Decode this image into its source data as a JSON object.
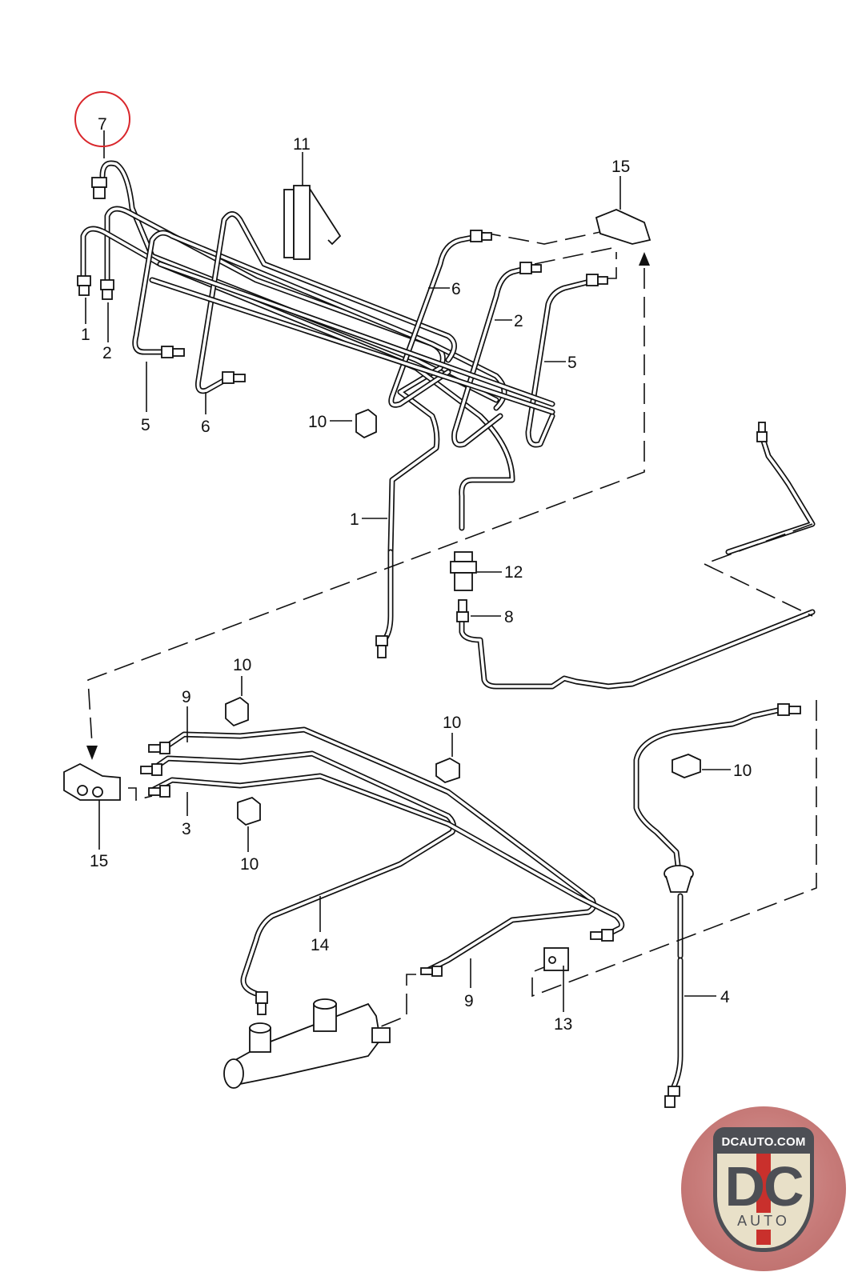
{
  "diagram": {
    "title": "Brake line routing exploded view",
    "highlighted_callout": "7",
    "highlight_color": "#d9262b",
    "callouts": {
      "c7": "7",
      "c11": "11",
      "c15_top": "15",
      "c1_top": "1",
      "c2_top": "2",
      "c5_top": "5",
      "c6_top": "6",
      "c6_right": "6",
      "c2_right": "2",
      "c5_right": "5",
      "c10_mid": "10",
      "c1_mid": "1",
      "c12": "12",
      "c8": "8",
      "c10_a": "10",
      "c9_top": "9",
      "c10_b": "10",
      "c15_bottom": "15",
      "c3": "3",
      "c10_c": "10",
      "c10_right": "10",
      "c14": "14",
      "c9_bottom": "9",
      "c13": "13",
      "c4": "4"
    }
  },
  "watermark": {
    "top_text": "DCAUTO.COM",
    "main_text": "DC",
    "sub_text": "AUTO",
    "colors": {
      "circle": "#c77b79",
      "shield": "#e8e0c8",
      "dark": "#4d4f55",
      "stripe": "#c9302c"
    }
  }
}
